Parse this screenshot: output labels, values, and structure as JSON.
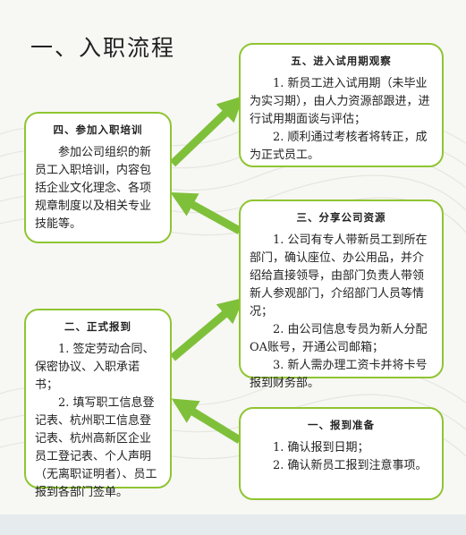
{
  "page": {
    "title": "一、入职流程"
  },
  "steps": {
    "step1": {
      "title": "一、报到准备",
      "lines": [
        "1. 确认报到日期；",
        "2. 确认新员工报到注意事项。"
      ]
    },
    "step2": {
      "title": "二、正式报到",
      "lines": [
        "1. 签定劳动合同、保密协议、入职承诺书；",
        "2. 填写职工信息登记表、杭州职工信息登记表、杭州高新区企业员工登记表、个人声明（无离职证明者）、员工报到各部门签单。"
      ]
    },
    "step3": {
      "title": "三、分享公司资源",
      "lines": [
        "1. 公司有专人带新员工到所在部门，确认座位、办公用品，并介绍给直接领导，由部门负责人带领新人参观部门，介绍部门人员等情况；",
        "2. 由公司信息专员为新人分配OA账号，开通公司邮箱；",
        "3. 新人需办理工资卡并将卡号报到财务部。"
      ]
    },
    "step4": {
      "title": "四、参加入职培训",
      "lines": [
        "参加公司组织的新员工入职培训，内容包括企业文化理念、各项规章制度以及相关专业技能等。"
      ]
    },
    "step5": {
      "title": "五、进入试用期观察",
      "lines": [
        "1. 新员工进入试用期（未毕业为实习期），由人力资源部跟进，进行试用期面谈与评估；",
        "2. 顺利通过考核者将转正，成为正式员工。"
      ]
    }
  },
  "colors": {
    "accent_green": "#8fc531",
    "arrow_green": "#7fc03a",
    "background": "#f7f7f4"
  }
}
